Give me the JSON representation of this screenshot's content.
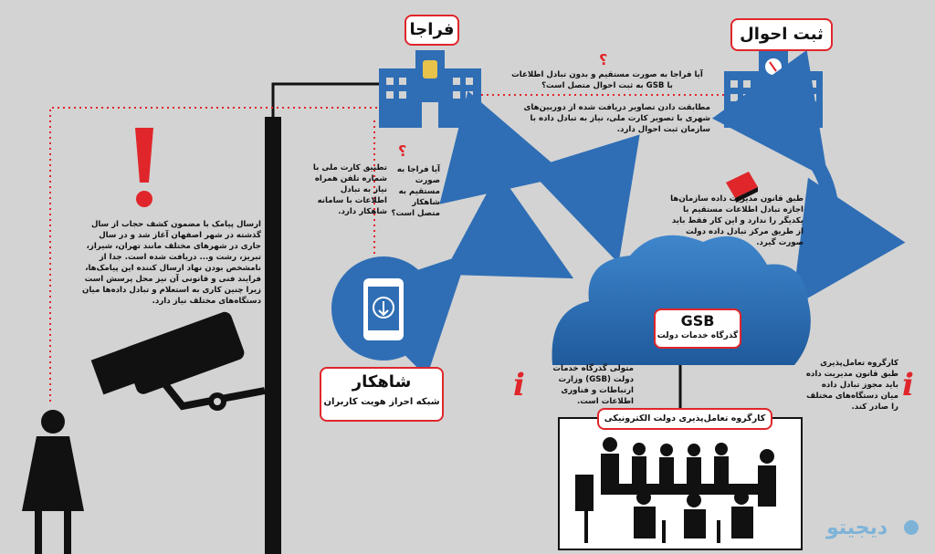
{
  "nodes": {
    "faraja": {
      "title": "فراجا"
    },
    "sabt_ahval": {
      "title": "ثبت احوال"
    },
    "shahkar": {
      "title": "شاهکار",
      "subtitle": "شبکه احراز هویت کاربران"
    },
    "gsb": {
      "title": "GSB",
      "subtitle": "گذرگاه خدمات دولت"
    },
    "workgroup": {
      "title": "کارگروه تعامل‌پذیری دولت الکترونیکی"
    }
  },
  "texts": {
    "q_faraja_sabt": "آیا فراجا به صورت مستقیم و بدون تبادل اطلاعات با GSB به ثبت احوال متصل است؟",
    "camera_match": "مطابقت دادن تصاویر دریافت شده از دوربین‌های شهری با تصویر کارت ملی، نیاز به تبادل داده با سازمان ثبت احوال دارد.",
    "id_match": "تطبیق کارت ملی با شماره تلفن همراه نیاز به تبادل اطلاعات با سامانه شاهکار دارد.",
    "q_faraja_shahkar": "آیا فراجا به صورت مستقیم به شاهکار متصل است؟",
    "law": "طبق قانون مدیریت داده سازمان‌ها اجازه تبادل اطلاعات مستقیم با یکدیگر را ندارد و این کار فقط باید از طریق مرکز تبادل داده دولت صورت گیرد.",
    "hijab_sms": "ارسال پیامک با مضمون کشف حجاب از سال گذشته در شهر اصفهان آغاز شد و در سال جاری در شهرهای مختلف مانند تهران، شیراز، تبریز، رشت و... دریافت شده است. جدا از نامشخص بودن نهاد ارسال کننده این پیامک‌ها، فرایند فنی و قانونی آن نیز محل پرسش است زیرا چنین کاری به استعلام و تبادل داده‌ها میان دستگاه‌های مختلف نیاز دارد.",
    "gsb_owner": "متولی گذرگاه خدمات دولت (GSB) وزارت ارتباطات و فناوری اطلاعات است.",
    "workgroup_note": "کارگروه تعامل‌پذیری طبق قانون مدیریت داده باید مجوز تبادل داده میان دستگاه‌های مختلف را صادر کند."
  },
  "watermark": "ديجيتو",
  "colors": {
    "accent": "#e0262b",
    "blue": "#2f6eb5",
    "background": "#d3d3d3"
  }
}
